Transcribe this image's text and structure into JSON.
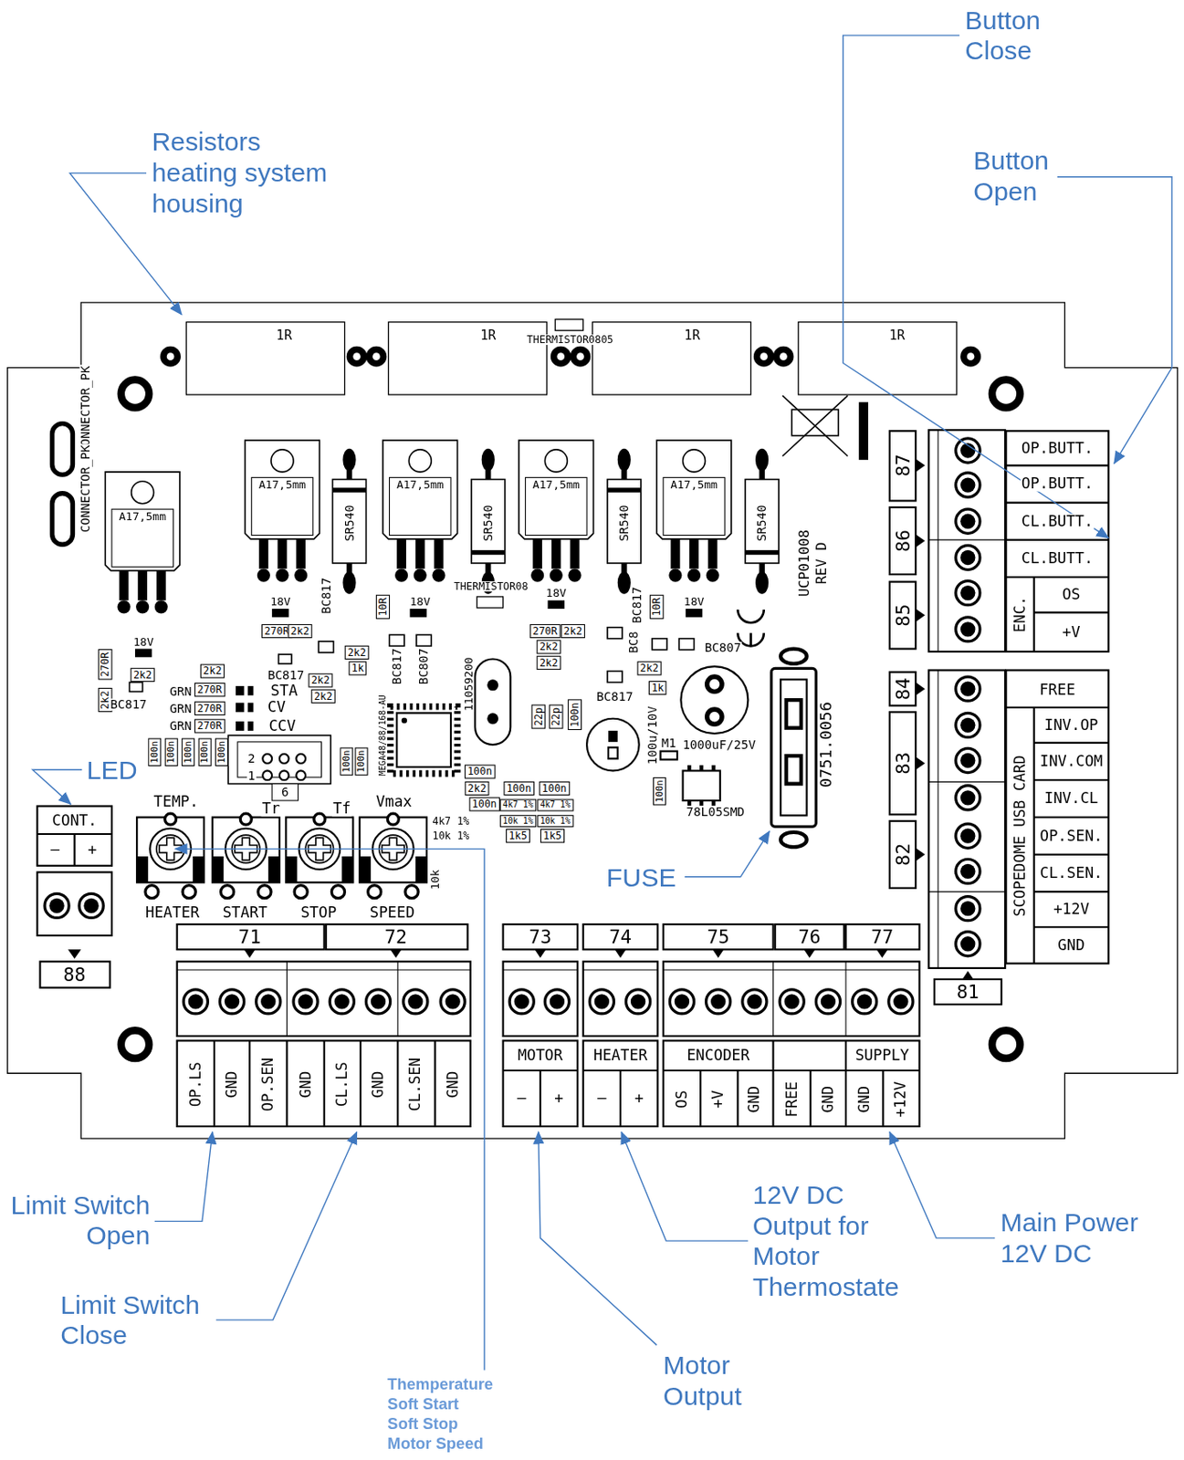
{
  "diagram": {
    "labels": [
      "Button Close",
      "Resistors heating system housing",
      "Button Open",
      "1R",
      "1R",
      "THERMISTOR0805",
      "1R",
      "1R",
      "CONNECTOR_PK",
      "CONNECTOR_PK",
      "A17,5mm",
      "A17,5mm",
      "A17,5mm",
      "A17,5mm",
      "A17,5mm",
      "SR540",
      "SR540",
      "SR540",
      "SR540",
      "UCP01008",
      "REV D",
      "BC817",
      "18V",
      "10R",
      "18V",
      "THERMISTOR08",
      "18V",
      "BC817",
      "10R",
      "18V",
      "270R",
      "2k2",
      "270R",
      "2k2",
      "2k2",
      "2k2",
      "18V",
      "270R",
      "2k2",
      "1k",
      "BC817",
      "BC807",
      "BC8",
      "BC807",
      "2k2",
      "2k2",
      "BC817",
      "2k2",
      "2k2",
      "2k2",
      "1k",
      "BC817",
      "2k2",
      "GRN",
      "270R",
      "STA",
      "GRN",
      "270R",
      "CV",
      "GRN",
      "270R",
      "CCV",
      "BC817",
      "11059200",
      "22p",
      "22p",
      "100n",
      "100u/10V",
      "1000uF/25V",
      "M1",
      "0751.0056",
      "MEGA48/88/168-AU",
      "100n",
      "100n",
      "100n",
      "100n",
      "100n",
      "2",
      "1",
      "6",
      "100n",
      "100n",
      "100n",
      "2k2",
      "100n",
      "100n",
      "100n",
      "4k7 1%",
      "4k7 1%",
      "100n",
      "78L05SMD",
      "4k7 1%",
      "10k 1%",
      "10k 1%",
      "10k 1%",
      "1k5",
      "1k5",
      "LED",
      "TEMP.",
      "Tr",
      "Tf",
      "Vmax",
      "CONT.",
      "–",
      "+",
      "FUSE",
      "10k",
      "HEATER",
      "START",
      "STOP",
      "SPEED",
      "88",
      "71",
      "72",
      "73",
      "74",
      "75",
      "76",
      "77",
      "87",
      "OP.BUTT.",
      "OP.BUTT.",
      "86",
      "CL.BUTT.",
      "CL.BUTT.",
      "85",
      "ENC.",
      "OS",
      "+V",
      "84",
      "FREE",
      "INV.OP",
      "83",
      "INV.COM",
      "SCOPEDOME USB CARD",
      "INV.CL",
      "OP.SEN.",
      "82",
      "CL.SEN.",
      "+12V",
      "GND",
      "81",
      "OP.LS",
      "GND",
      "OP.SEN",
      "GND",
      "CL.LS",
      "GND",
      "CL.SEN",
      "GND",
      "MOTOR",
      "–",
      "+",
      "HEATER",
      "–",
      "+",
      "ENCODER",
      "OS",
      "+V",
      "GND",
      "FREE",
      "GND",
      "SUPPLY",
      "GND",
      "+12V",
      "Limit Switch Open",
      "12V DC Output for Motor Thermostate",
      "Main Power 12V DC",
      "Limit Switch Close",
      "Motor Output",
      "Themperature",
      "Soft Start",
      "Soft Stop",
      "Motor Speed"
    ]
  }
}
